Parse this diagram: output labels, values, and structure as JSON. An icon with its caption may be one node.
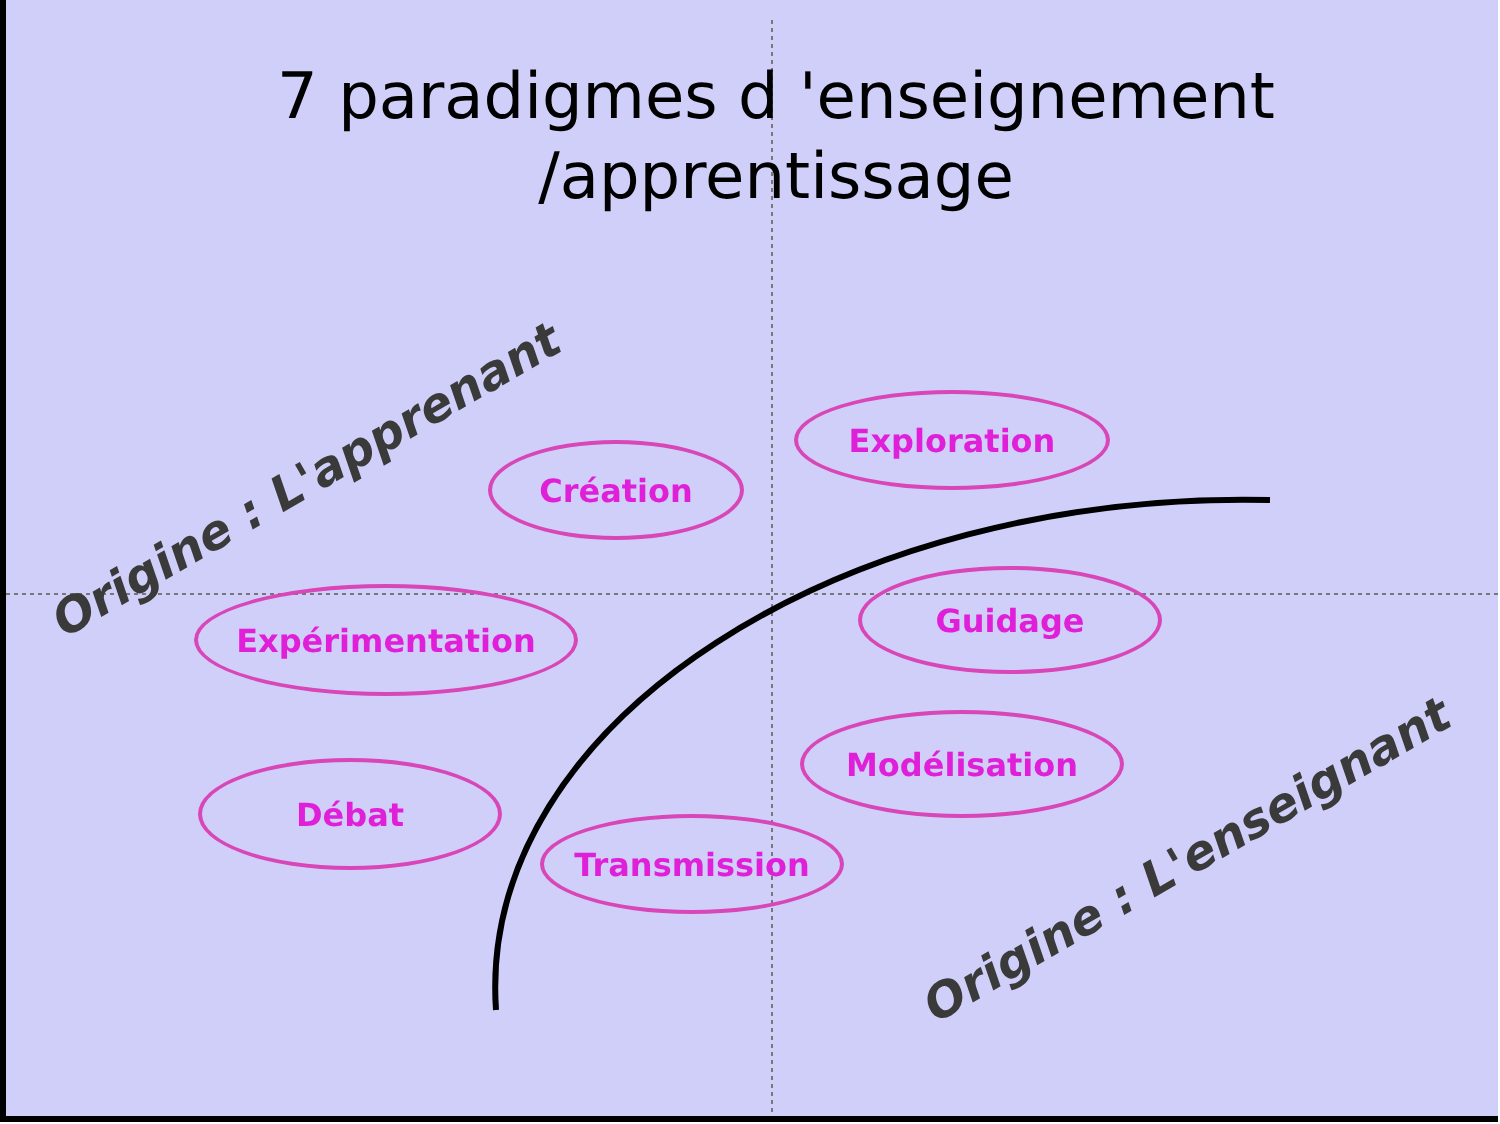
{
  "diagram": {
    "title": "7 paradigmes d 'enseignement /apprentissage",
    "nodes": [
      {
        "text": [
          "Création"
        ]
      },
      {
        "text": [
          "Exploration"
        ]
      },
      {
        "text": [
          "Expérimentation"
        ]
      },
      {
        "text": [
          "Guidage"
        ]
      },
      {
        "text": [
          "Modélisation"
        ]
      },
      {
        "text": [
          "Débat"
        ]
      },
      {
        "text": [
          "Transmission"
        ]
      }
    ],
    "labels": [
      "Origine : L'apprenant",
      "Origine : L'enseignant"
    ]
  }
}
